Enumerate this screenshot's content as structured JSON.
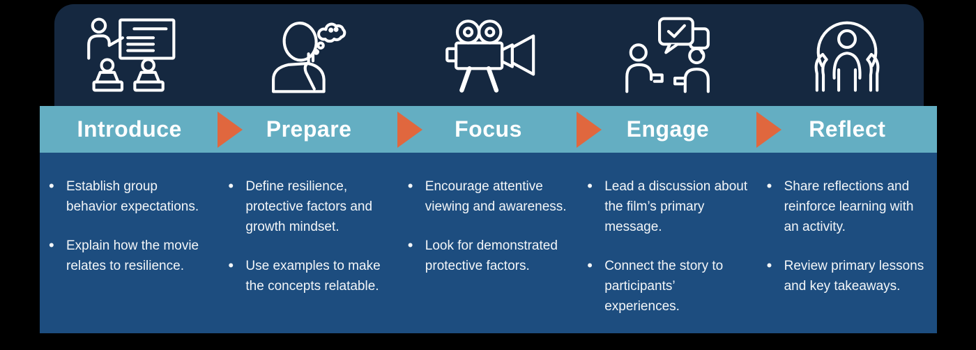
{
  "colors": {
    "navy": "#152840",
    "teal": "#64aec2",
    "orange": "#e0673e",
    "blue": "#1d4d7f",
    "text": "#f3f6f8",
    "page": "#000000"
  },
  "steps": [
    {
      "label": "Introduce",
      "icon": "presentation-icon",
      "bullets": [
        "Establish group behavior expectations.",
        "Explain how the movie relates to resilience."
      ]
    },
    {
      "label": "Prepare",
      "icon": "thinking-icon",
      "bullets": [
        "Define resilience, protective factors and growth mindset.",
        "Use examples to make the concepts relatable."
      ]
    },
    {
      "label": "Focus",
      "icon": "movie-camera-icon",
      "bullets": [
        "Encourage attentive viewing and awareness.",
        "Look for demonstrated protective factors."
      ]
    },
    {
      "label": "Engage",
      "icon": "discussion-icon",
      "bullets": [
        "Lead a discussion about the film’s primary message.",
        "Connect the story to participants’ experiences."
      ]
    },
    {
      "label": "Reflect",
      "icon": "hands-care-icon",
      "bullets": [
        "Share reflections and reinforce learning with an activity.",
        "Review primary lessons and key takeaways."
      ]
    }
  ]
}
